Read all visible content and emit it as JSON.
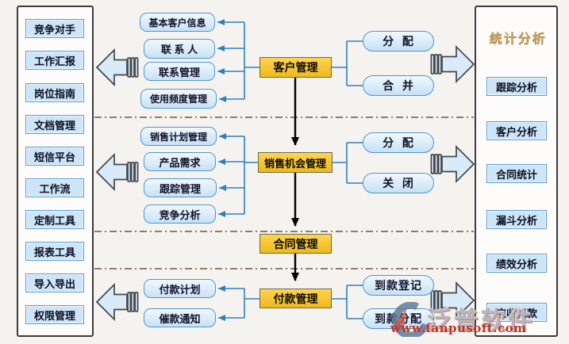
{
  "left_panel": {
    "items": [
      "竞争对手",
      "工作汇报",
      "岗位指南",
      "文档管理",
      "短信平台",
      "工作流",
      "定制工具",
      "报表工具",
      "导入导出",
      "权限管理"
    ]
  },
  "right_panel": {
    "title": "统计分析",
    "items": [
      "跟踪分析",
      "客户分析",
      "合同统计",
      "漏斗分析",
      "绩效分析",
      "应收帐款"
    ]
  },
  "flow": {
    "customer": {
      "label": "客户管理",
      "subs": [
        "基本客户信息",
        "联 系 人",
        "联系管理",
        "使用频度管理"
      ],
      "actions": [
        "分  配",
        "合  并"
      ]
    },
    "sales": {
      "label": "销售机会管理",
      "subs": [
        "销售计划管理",
        "产品需求",
        "跟踪管理",
        "竞争分析"
      ],
      "actions": [
        "分  配",
        "关  闭"
      ]
    },
    "contract": {
      "label": "合同管理"
    },
    "payment": {
      "label": "付款管理",
      "subs": [
        "付款计划",
        "催款通知"
      ],
      "actions": [
        "到款登记",
        "到款分配"
      ]
    }
  },
  "watermark": {
    "brand": "泛普软件",
    "url": "www.fanpusoft.com"
  },
  "colors": {
    "background": "#f5f3f0",
    "main_yellow": "#f6c12d",
    "box_blue_fill": "#cde5f8",
    "box_blue_border": "#5d9bd3",
    "connector_blue": "#2e7fc1",
    "flow_arrow_black": "#000000",
    "separator_brown": "#8f7e6b",
    "big_arrow_fill": "#d9eaf8",
    "big_arrow_stroke": "#44474b",
    "right_title_gold": "#c9a360",
    "watermark_red": "#c43122",
    "watermark_gray": "#b2b9c4"
  }
}
